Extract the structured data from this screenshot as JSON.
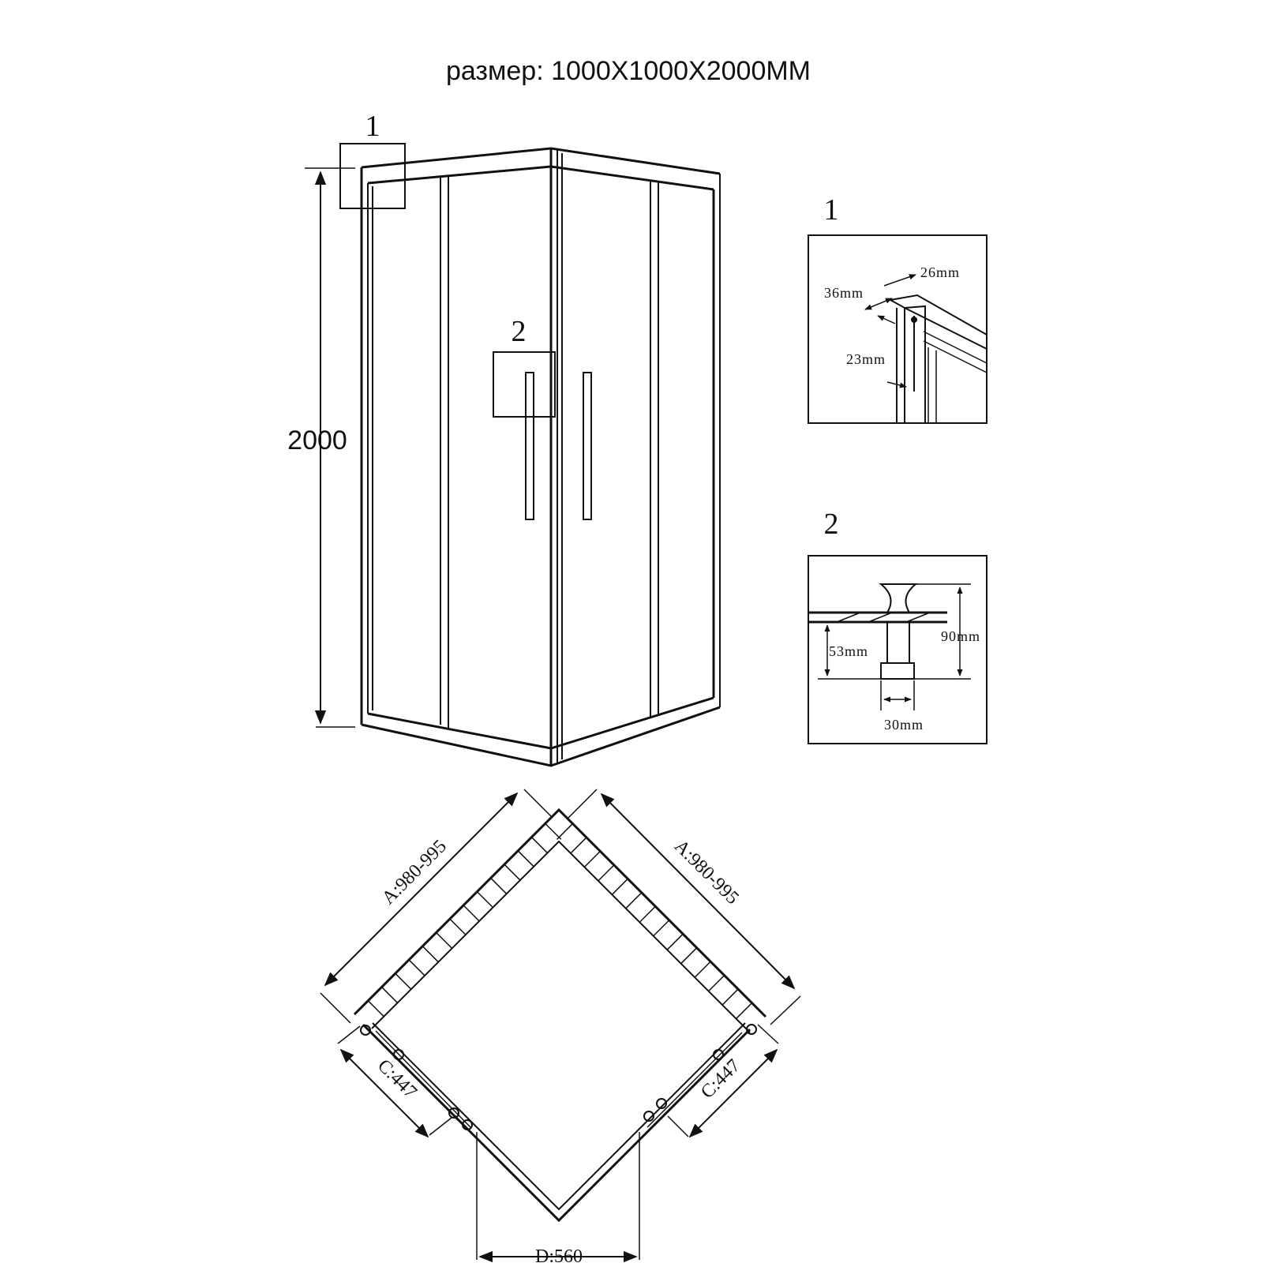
{
  "title": "размер: 1000X1000X2000MM",
  "height_label": "2000",
  "callouts": {
    "one": "1",
    "two": "2"
  },
  "detail1": {
    "number": "1",
    "w26": "26mm",
    "w36": "36mm",
    "w23": "23mm"
  },
  "detail2": {
    "number": "2",
    "h90": "90mm",
    "h53": "53mm",
    "w30": "30mm"
  },
  "plan": {
    "a_left": "A:980-995",
    "a_right": "A:980-995",
    "c_left": "C:447",
    "c_right": "C:447",
    "d": "D:560"
  }
}
